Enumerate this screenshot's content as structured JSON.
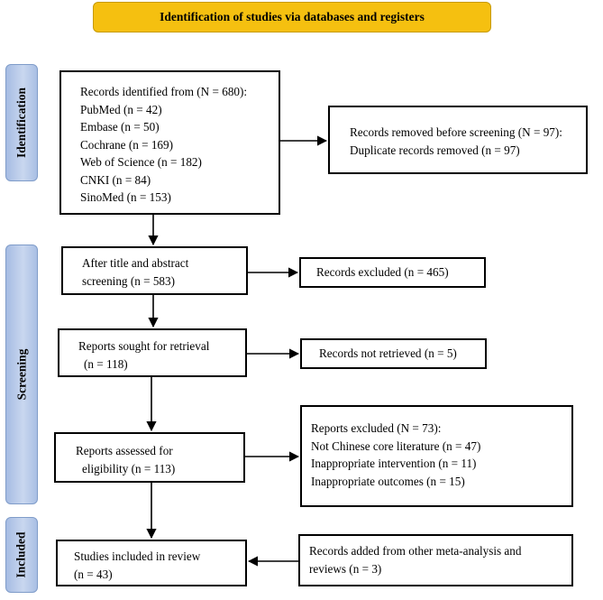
{
  "header": {
    "title": "Identification of studies via databases and registers"
  },
  "stages": {
    "identification": "Identification",
    "screening": "Screening",
    "included": "Included"
  },
  "boxes": {
    "identified": [
      "Records identified from (N = 680):",
      "PubMed (n = 42)",
      "Embase (n = 50)",
      "Cochrane (n = 169)",
      "Web of Science (n = 182)",
      "CNKI (n = 84)",
      "SinoMed (n = 153)"
    ],
    "removed": [
      "Records removed before screening (N = 97):",
      "Duplicate records removed (n = 97)"
    ],
    "after_title": [
      "After title and abstract",
      "screening (n = 583)"
    ],
    "excluded": [
      "Records excluded (n = 465)"
    ],
    "sought": [
      "Reports sought for retrieval",
      "(n = 118)"
    ],
    "not_retrieved": [
      "Records not retrieved (n = 5)"
    ],
    "assessed": [
      "Reports assessed for",
      "eligibility (n = 113)"
    ],
    "reports_excluded": [
      "Reports excluded (N = 73):",
      "Not Chinese core literature (n = 47)",
      "Inappropriate intervention (n = 11)",
      "Inappropriate outcomes (n = 15)"
    ],
    "included": [
      "Studies included in review",
      "(n = 43)"
    ],
    "added": [
      "Records added from other meta-analysis and",
      "reviews (n = 3)"
    ]
  }
}
